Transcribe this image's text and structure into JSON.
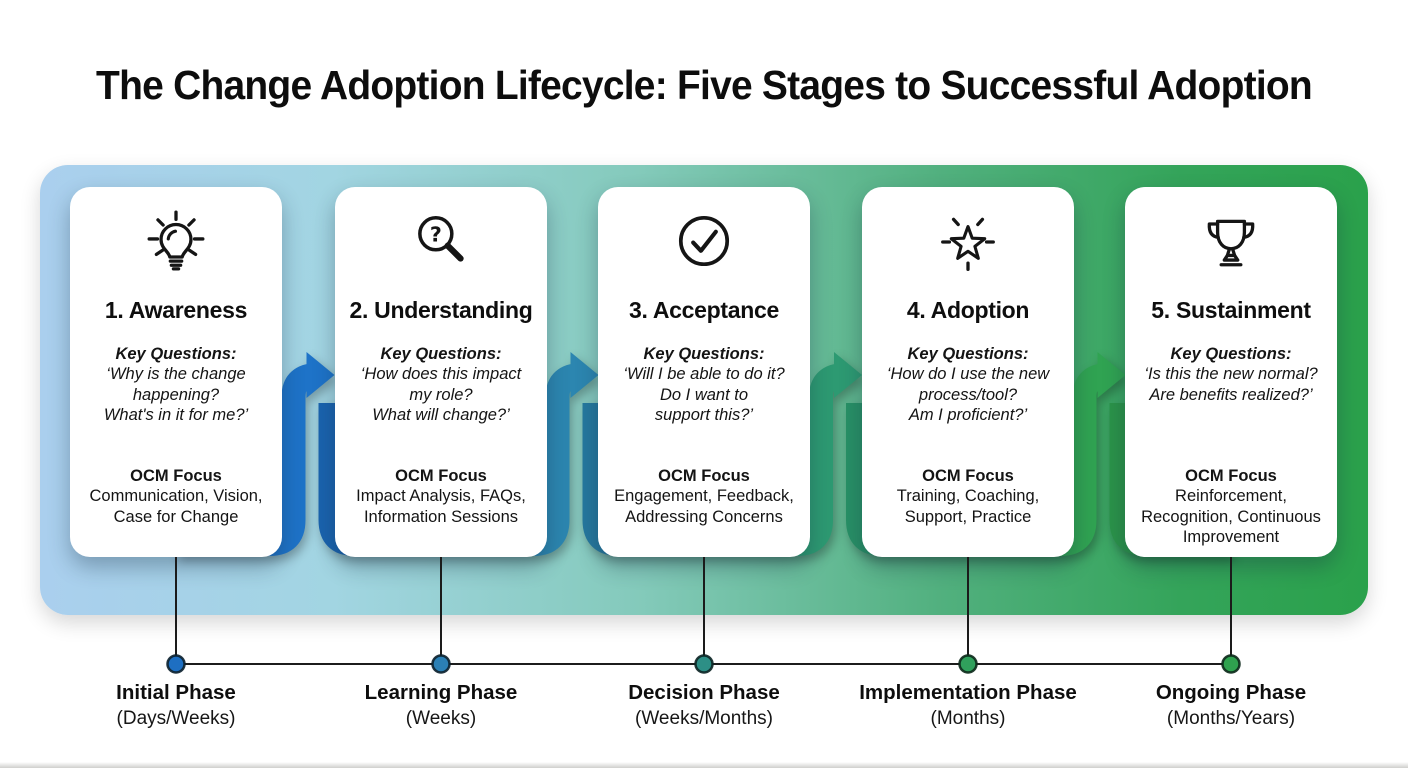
{
  "page": {
    "title": "The Change Adoption Lifecycle: Five Stages to Successful Adoption"
  },
  "stages": [
    {
      "icon": "lightbulb-icon",
      "number_title": "1. Awareness",
      "key_questions_label": "Key Questions:",
      "key_questions": "‘Why is the change\nhappening?\nWhat's in it for me?’",
      "ocm_label": "OCM Focus",
      "ocm_focus": "Communication, Vision,\nCase for Change"
    },
    {
      "icon": "magnifier-question-icon",
      "number_title": "2. Understanding",
      "key_questions_label": "Key Questions:",
      "key_questions": "‘How does this impact\nmy role?\nWhat will change?’",
      "ocm_label": "OCM Focus",
      "ocm_focus": "Impact Analysis, FAQs,\nInformation Sessions"
    },
    {
      "icon": "check-circle-icon",
      "number_title": "3. Acceptance",
      "key_questions_label": "Key Questions:",
      "key_questions": "‘Will I be able to do it?\nDo I want to\nsupport this?’",
      "ocm_label": "OCM Focus",
      "ocm_focus": "Engagement, Feedback,\nAddressing Concerns"
    },
    {
      "icon": "star-burst-icon",
      "number_title": "4. Adoption",
      "key_questions_label": "Key Questions:",
      "key_questions": "‘How do I use the new\nprocess/tool?\nAm I proficient?’",
      "ocm_label": "OCM Focus",
      "ocm_focus": "Training, Coaching,\nSupport, Practice"
    },
    {
      "icon": "trophy-icon",
      "number_title": "5. Sustainment",
      "key_questions_label": "Key Questions:",
      "key_questions": "‘Is this the new normal?\nAre benefits realized?’",
      "ocm_label": "OCM Focus",
      "ocm_focus": "Reinforcement,\nRecognition, Continuous\nImprovement"
    }
  ],
  "connectors": [
    {
      "up_color": "#1E73C8",
      "down_color": "#1A63AE"
    },
    {
      "up_color": "#2C86B0",
      "down_color": "#26789E"
    },
    {
      "up_color": "#2D9A72",
      "down_color": "#289066"
    },
    {
      "up_color": "#30A352",
      "down_color": "#2B9349"
    }
  ],
  "timeline": [
    {
      "label": "Initial Phase",
      "duration": "(Days/Weeks)",
      "dot_color": "#1E6FC2"
    },
    {
      "label": "Learning Phase",
      "duration": "(Weeks)",
      "dot_color": "#2B80B5"
    },
    {
      "label": "Decision Phase",
      "duration": "(Weeks/Months)",
      "dot_color": "#2D8F86"
    },
    {
      "label": "Implementation Phase",
      "duration": "(Months)",
      "dot_color": "#30A05C"
    },
    {
      "label": "Ongoing Phase",
      "duration": "(Months/Years)",
      "dot_color": "#2FA24F"
    }
  ],
  "colors": {
    "panel_gradient": [
      "#AACFEE",
      "#A2D5E2",
      "#84CABB",
      "#51B07E",
      "#2AA14B"
    ],
    "timeline_line": "#1C1C1C"
  }
}
